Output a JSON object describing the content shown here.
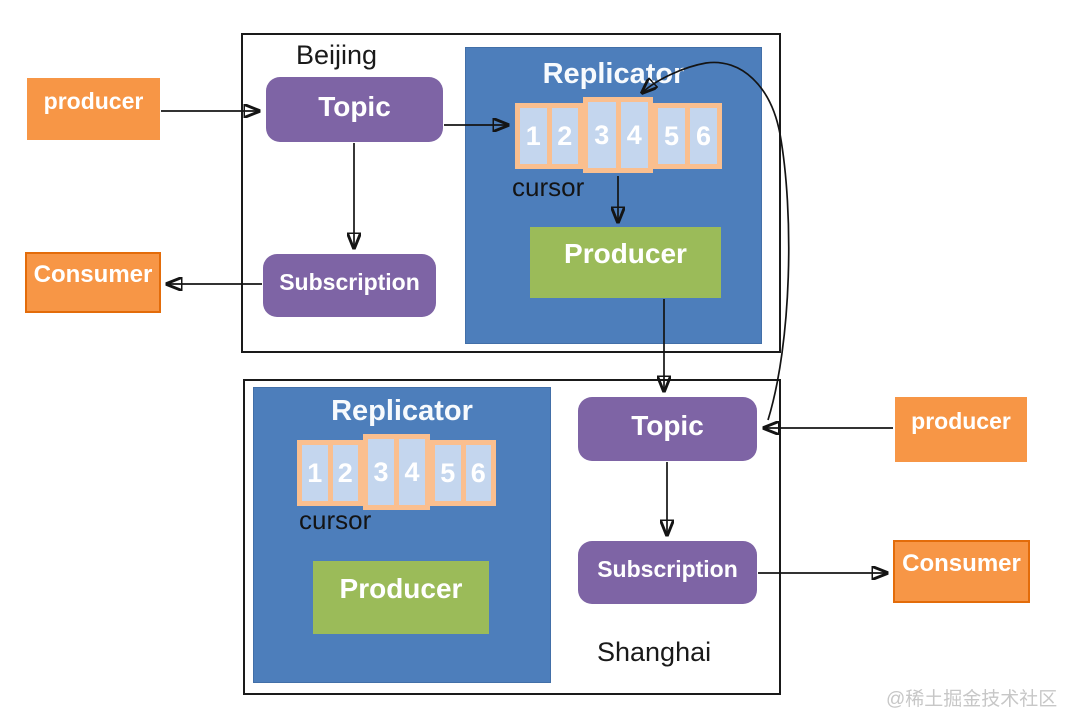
{
  "diagram": {
    "watermark": "@稀土掘金技术社区",
    "regions": {
      "beijing": {
        "label": "Beijing",
        "topic_label": "Topic",
        "subscription_label": "Subscription",
        "replicator": {
          "title": "Replicator",
          "segments": [
            "1",
            "2",
            "3",
            "4",
            "5",
            "6"
          ],
          "cursor_label": "cursor",
          "producer_label": "Producer"
        }
      },
      "shanghai": {
        "label": "Shanghai",
        "topic_label": "Topic",
        "subscription_label": "Subscription",
        "replicator": {
          "title": "Replicator",
          "segments": [
            "1",
            "2",
            "3",
            "4",
            "5",
            "6"
          ],
          "cursor_label": "cursor",
          "producer_label": "Producer"
        }
      },
      "beijing_external": {
        "producer_label": "producer",
        "consumer_label": "Consumer"
      },
      "shanghai_external": {
        "producer_label": "producer",
        "consumer_label": "Consumer"
      }
    },
    "colors": {
      "purple": "#7E64A5",
      "blue_panel": "#4D7EBB",
      "green": "#9BBB59",
      "orange": "#F79646",
      "orange_border": "#E36C0A",
      "segment_fill": "#C4D6EE",
      "segment_frame": "#FABF8F",
      "arrow": "#141414",
      "watermark_gray": "#C7C7C7"
    }
  }
}
